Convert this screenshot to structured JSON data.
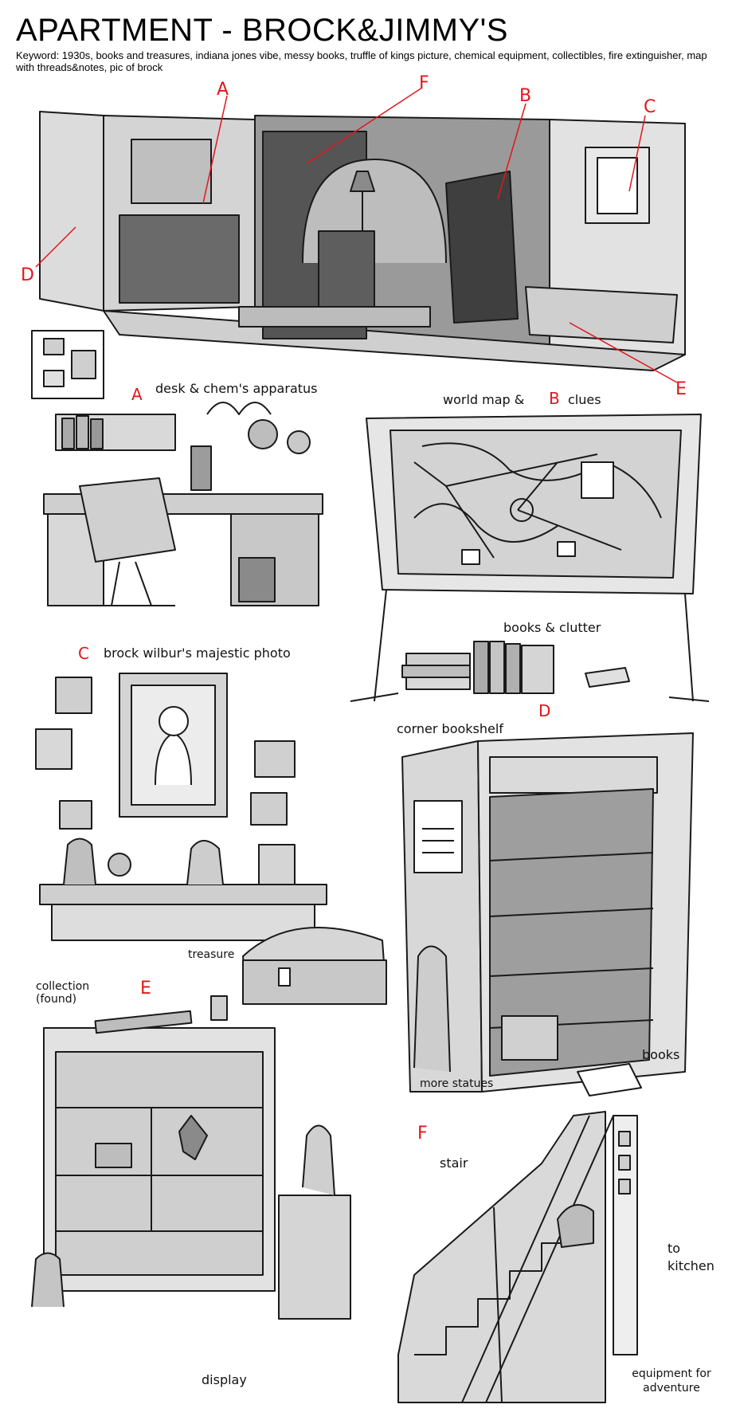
{
  "header": {
    "title": "APARTMENT - BROCK&JIMMY'S",
    "keyword": "Keyword: 1930s, books and treasures, indiana jones vibe, messy books, truffle of kings picture, chemical equipment, collectibles, fire extinguisher, map with threads&notes, pic of brock"
  },
  "overview": {
    "markers": {
      "a": "A",
      "b": "B",
      "c": "C",
      "d": "D",
      "e": "E",
      "f": "F"
    }
  },
  "sections": {
    "a": {
      "letter": "A",
      "label": "desk & chem's apparatus"
    },
    "b": {
      "label_before": "world map &",
      "letter": "B",
      "label_after": "clues",
      "note": "books & clutter"
    },
    "c": {
      "letter": "C",
      "label": "brock wilbur's majestic photo",
      "note": "treasure"
    },
    "d": {
      "label": "corner bookshelf",
      "letter": "D",
      "note_books": "books",
      "note_statues": "more statues"
    },
    "e": {
      "label": "collection (found)",
      "letter": "E",
      "note": "display"
    },
    "f": {
      "letter": "F",
      "stair": "stair",
      "kitchen": "to kitchen",
      "equipment": "equipment for adventure"
    }
  },
  "colors": {
    "accent_red": "#e3161b",
    "ink": "#1a1a1a",
    "grey_fill": "#cfcfcf",
    "dark_fill": "#6e6e6e"
  }
}
